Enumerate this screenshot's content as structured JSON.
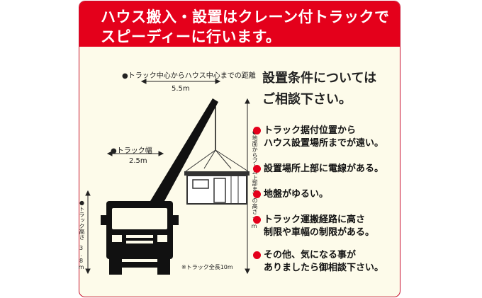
{
  "header": {
    "line1": "ハウス搬入・設置はクレーン付トラックで",
    "line2": "スピーディーに行います。"
  },
  "diagram": {
    "center_distance_label": "●トラック中心からハウス中心までの距離",
    "center_distance_value": "5.5m",
    "truck_width_label": "●トラック幅",
    "truck_width_value": "2.5m",
    "truck_height_label": "●トラック高さ",
    "truck_height_value": "3.8m",
    "boom_height_label": "●地面からブーム上部までの高さ",
    "boom_height_value": "7m",
    "truck_length_note": "※トラック全長10m"
  },
  "conditions": {
    "heading_line1": "設置条件については",
    "heading_line2": "ご相談下さい。",
    "items": [
      {
        "line1": "トラック据付位置から",
        "line2": "ハウス設置場所までが遠い。"
      },
      {
        "line1": "設置場所上部に電線がある。",
        "line2": ""
      },
      {
        "line1": "地盤がゆるい。",
        "line2": ""
      },
      {
        "line1": "トラック運搬経路に高さ",
        "line2": "制限や車幅の制限がある。"
      },
      {
        "line1": "その他、気になる事が",
        "line2": "ありましたら御相談下さい。"
      }
    ]
  },
  "colors": {
    "accent": "#e4001b",
    "background": "#fdfbea",
    "ink": "#1a1a1a"
  }
}
